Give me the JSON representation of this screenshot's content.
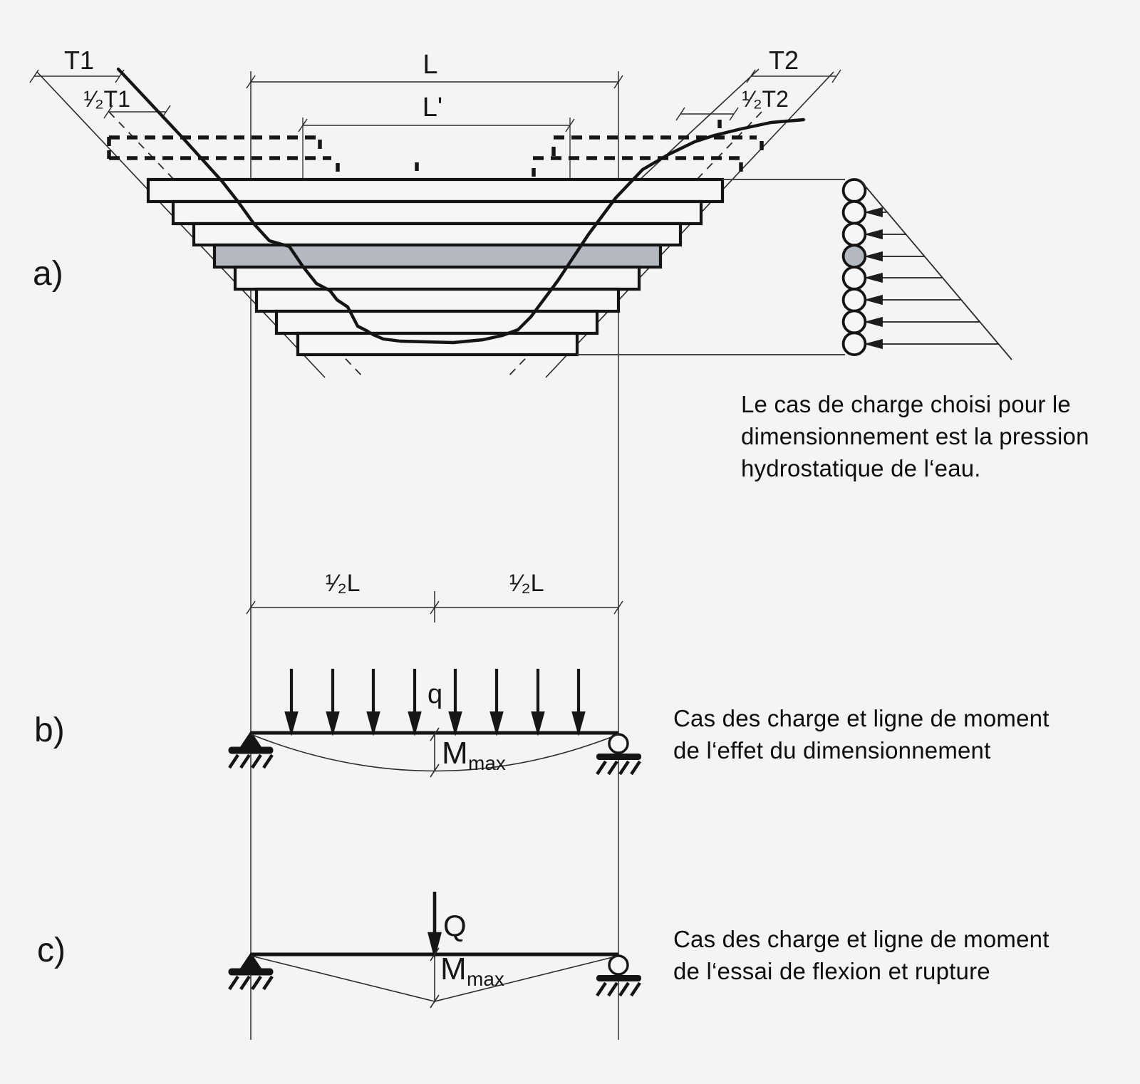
{
  "colors": {
    "background": "#f4f4f2",
    "line": "#1b1b1b",
    "beam_fill": "#f6f6f4",
    "selected_fill": "#b4b8c1",
    "text": "#141414"
  },
  "section_a": {
    "label": "a)",
    "dim_t1": "T1",
    "dim_half_t1": "¹⁄₂T1",
    "dim_t2": "T2",
    "dim_half_t2": "¹⁄₂T2",
    "dim_l": "L",
    "dim_l_prime": "L'",
    "caption_line1": "Le cas de charge choisi pour le",
    "caption_line2": "dimensionnement est la pression",
    "caption_line3": "hydrostatique de l‘eau."
  },
  "section_b": {
    "label": "b)",
    "dim_half_l_left": "¹⁄₂L",
    "dim_half_l_right": "¹⁄₂L",
    "load_label": "q",
    "moment_symbol": "M",
    "moment_subscript": "max",
    "caption_line1": "Cas des charge et ligne de moment",
    "caption_line2": "de l‘effet du dimensionnement"
  },
  "section_c": {
    "label": "c)",
    "point_load_label": "Q",
    "moment_symbol": "M",
    "moment_subscript": "max",
    "caption_line1": "Cas des charge et ligne de moment",
    "caption_line2": "de l‘essai de flexion et rupture"
  }
}
